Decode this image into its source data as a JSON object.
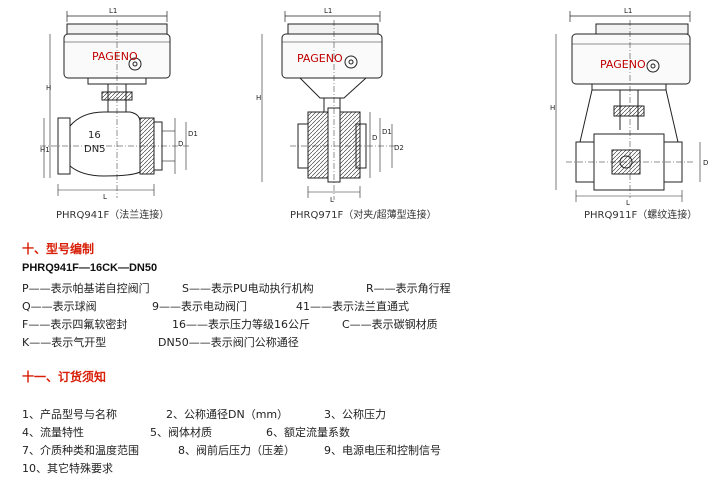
{
  "drawings": {
    "brand": "PAGENO",
    "captions": [
      "PHRQ941F（法兰连接）",
      "PHRQ971F（对夹/超薄型连接）",
      "PHRQ911F（螺纹连接）"
    ],
    "valve1_text": [
      "16",
      "DN5"
    ],
    "dim_labels": {
      "l1": "L1",
      "l": "L",
      "h": "H",
      "h1": "H1",
      "d": "D",
      "d1": "D1",
      "d2": "D2"
    }
  },
  "model_section": {
    "title": "十、型号编制",
    "model_code": "PHRQ941F—16CK—DN50",
    "rows": [
      [
        "P——表示帕基诺自控阀门",
        "S——表示PU电动执行机构",
        "R——表示角行程"
      ],
      [
        "Q——表示球阀",
        "9——表示电动阀门",
        "41——表示法兰直通式"
      ],
      [
        "F——表示四氟软密封",
        "16——表示压力等级16公斤",
        "C——表示碳钢材质"
      ],
      [
        "K——表示气开型",
        "DN50——表示阀门公称通径"
      ]
    ]
  },
  "order_section": {
    "title": "十一、订货须知",
    "rows": [
      [
        "1、产品型号与名称",
        "2、公称通径DN（mm）",
        "3、公称压力"
      ],
      [
        "4、流量特性",
        "5、阀体材质",
        "6、额定流量系数"
      ],
      [
        "7、介质种类和温度范围",
        "8、阀前后压力（压差）",
        "9、电源电压和控制信号"
      ],
      [
        "10、其它特殊要求"
      ]
    ]
  },
  "colors": {
    "heading": "#d81e06",
    "brand_text": "#c00000",
    "line": "#222222"
  }
}
